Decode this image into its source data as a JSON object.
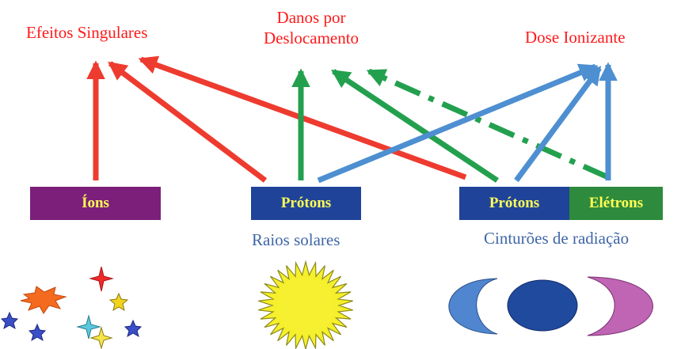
{
  "effects": {
    "single_events": {
      "label": "Efeitos Singulares"
    },
    "displacement": {
      "line1": "Danos por",
      "line2": "Deslocamento"
    },
    "ionizing_dose": {
      "label": "Dose Ionizante"
    }
  },
  "sources": {
    "ions": {
      "label": "Íons"
    },
    "solar_protons": {
      "label": "Prótons",
      "caption": "Raios solares"
    },
    "belt_protons": {
      "label": "Prótons"
    },
    "belt_electrons": {
      "label": "Elétrons"
    },
    "belts_caption": "Cinturões de radiação"
  },
  "colors": {
    "effect_text": "#ff1a1a",
    "ions_box": "#7b1f7a",
    "protons_box": "#20439a",
    "electrons_box": "#2e8a3c",
    "box_text": "#ffff55",
    "caption_text": "#3f66a8",
    "arrow_red": "#ee3b2f",
    "arrow_green": "#23a04e",
    "arrow_blue": "#4d8fd1"
  },
  "icons": {
    "cosmic": "stars-icon",
    "sun": "sun-icon",
    "belts": "radiation-belts-icon"
  }
}
